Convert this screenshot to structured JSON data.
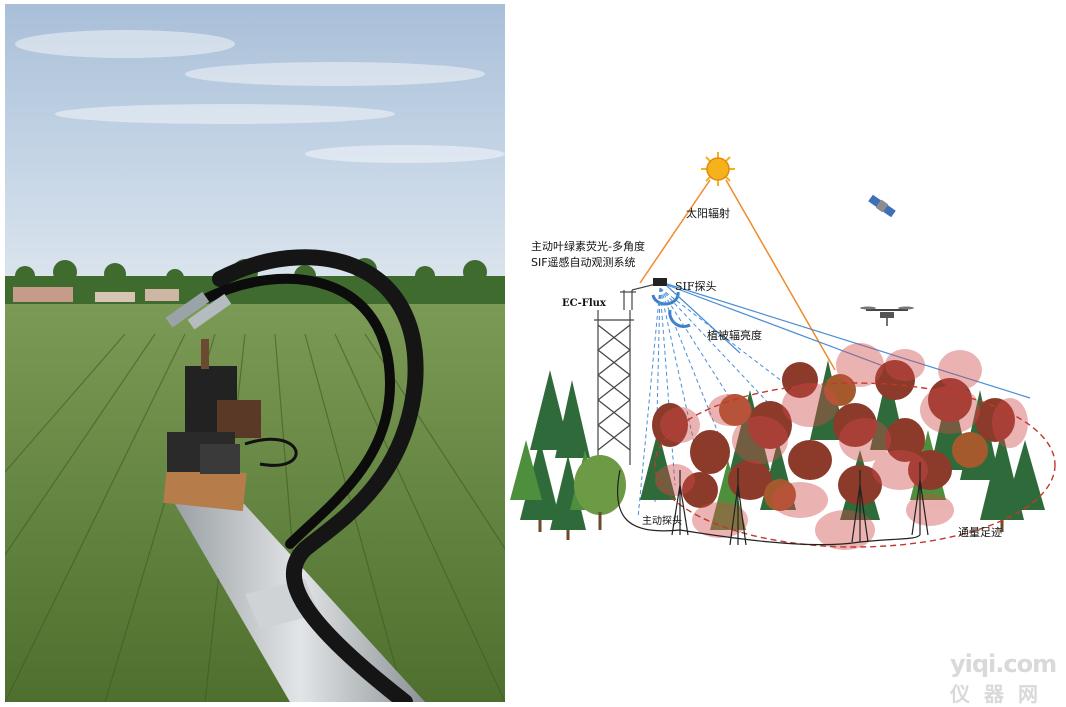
{
  "diagram": {
    "solar_radiation": "太阳辐射",
    "system_name_line1": "主动叶绿素荧光-多角度",
    "system_name_line2": "SIF遥感自动观测系统",
    "ec_flux": "EC-Flux",
    "sif_probe": "SIF探头",
    "vegetation_radiance": "植被辐亮度",
    "active_probe": "主动探头",
    "flux_footprint": "通量足迹"
  },
  "watermark": {
    "url": "yiqi.com",
    "cn": "仪器网"
  },
  "colors": {
    "sky": "#b9cde3",
    "field": "#5d7f3a",
    "sun": "#f6b21a",
    "radiation_line": "#f08a2c",
    "view_line": "#4a8fd6",
    "footprint": "#c0392b"
  }
}
